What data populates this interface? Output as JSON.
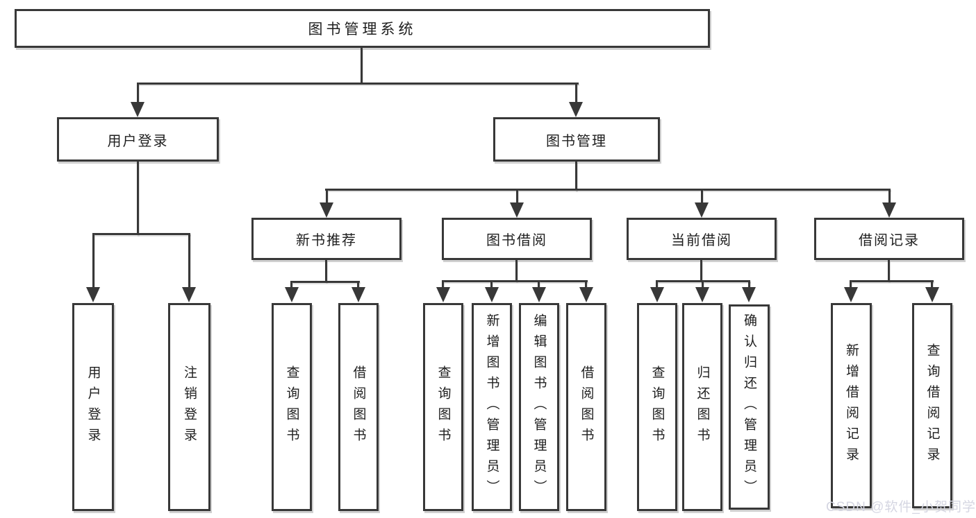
{
  "diagram": {
    "root": {
      "label": "图书管理系统"
    },
    "user_branch": {
      "label": "用户登录",
      "children": [
        {
          "label": "用户登录"
        },
        {
          "label": "注销登录"
        }
      ]
    },
    "book_branch": {
      "label": "图书管理",
      "children": [
        {
          "label": "新书推荐",
          "children": [
            {
              "label": "查询图书"
            },
            {
              "label": "借阅图书"
            }
          ]
        },
        {
          "label": "图书借阅",
          "children": [
            {
              "label": "查询图书"
            },
            {
              "label": "新增图书（管理员）"
            },
            {
              "label": "编辑图书（管理员）"
            },
            {
              "label": "借阅图书"
            }
          ]
        },
        {
          "label": "当前借阅",
          "children": [
            {
              "label": "查询图书"
            },
            {
              "label": "归还图书"
            },
            {
              "label": "确认归还（管理员）"
            }
          ]
        },
        {
          "label": "借阅记录",
          "children": [
            {
              "label": "新增借阅记录"
            },
            {
              "label": "查询借阅记录"
            }
          ]
        }
      ]
    },
    "watermark": "CSDN @软件_小贺同学",
    "colors": {
      "line": "#383838",
      "text": "#1e1e1e",
      "watermark": "#d5d6e2",
      "background": "#ffffff"
    }
  }
}
